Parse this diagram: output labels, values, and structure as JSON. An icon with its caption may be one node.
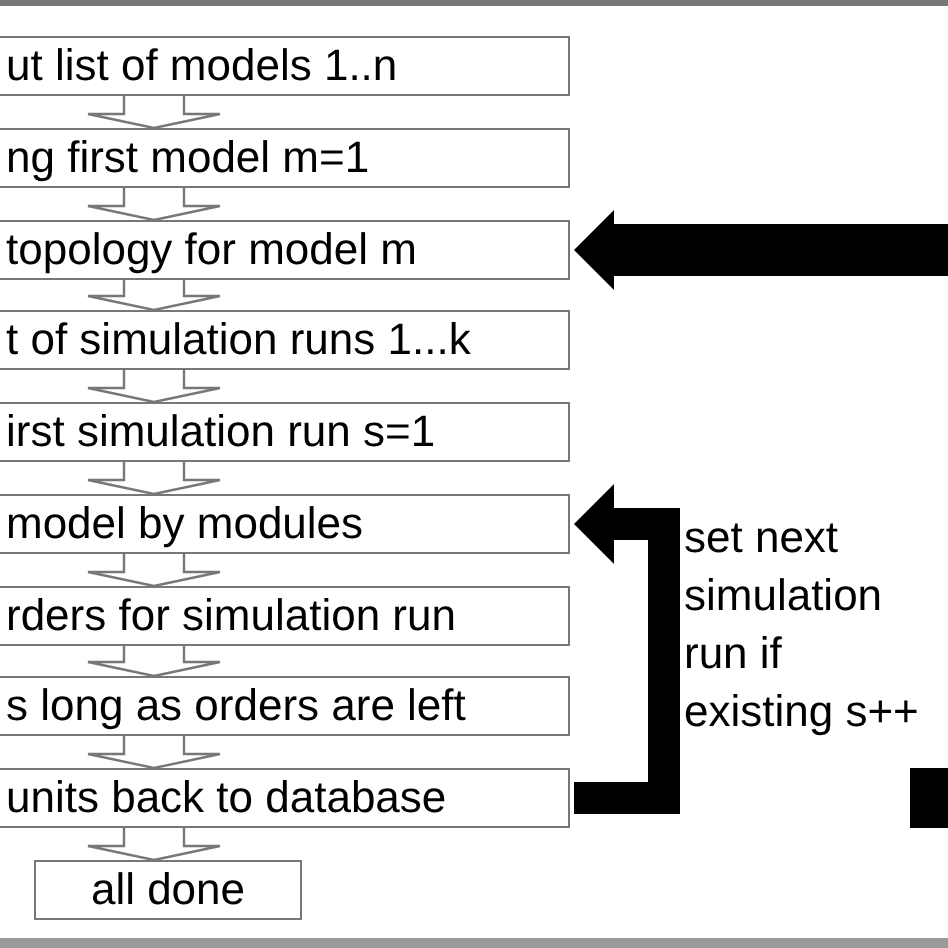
{
  "diagram": {
    "nodes": [
      {
        "text": [
          "ut list of models 1..n"
        ]
      },
      {
        "text": [
          "ng first model m=1"
        ]
      },
      {
        "text": [
          "topology for model m"
        ]
      },
      {
        "text": [
          "t of simulation runs 1...k"
        ]
      },
      {
        "text": [
          "irst simulation run s=1"
        ]
      },
      {
        "text": [
          "model by modules"
        ]
      },
      {
        "text": [
          "rders for simulation run"
        ]
      },
      {
        "text": [
          "s long as orders are left"
        ]
      },
      {
        "text": [
          "units back to database"
        ]
      },
      {
        "text": [
          "all done"
        ]
      }
    ],
    "edges": [
      {
        "from": 0,
        "to": 1,
        "arrow": "to"
      },
      {
        "from": 1,
        "to": 2,
        "arrow": "to"
      },
      {
        "from": 2,
        "to": 3,
        "arrow": "to"
      },
      {
        "from": 3,
        "to": 4,
        "arrow": "to"
      },
      {
        "from": 4,
        "to": 5,
        "arrow": "to"
      },
      {
        "from": 5,
        "to": 6,
        "arrow": "to"
      },
      {
        "from": 6,
        "to": 7,
        "arrow": "to"
      },
      {
        "from": 7,
        "to": 8,
        "arrow": "to"
      },
      {
        "from": 8,
        "to": 9,
        "arrow": "to"
      },
      {
        "from": null,
        "to": 2,
        "arrow": "to",
        "color": "#000000"
      },
      {
        "from": 8,
        "to": 5,
        "arrow": "to",
        "color": "#000000",
        "label": "set next simulation run if existing s++"
      }
    ]
  }
}
